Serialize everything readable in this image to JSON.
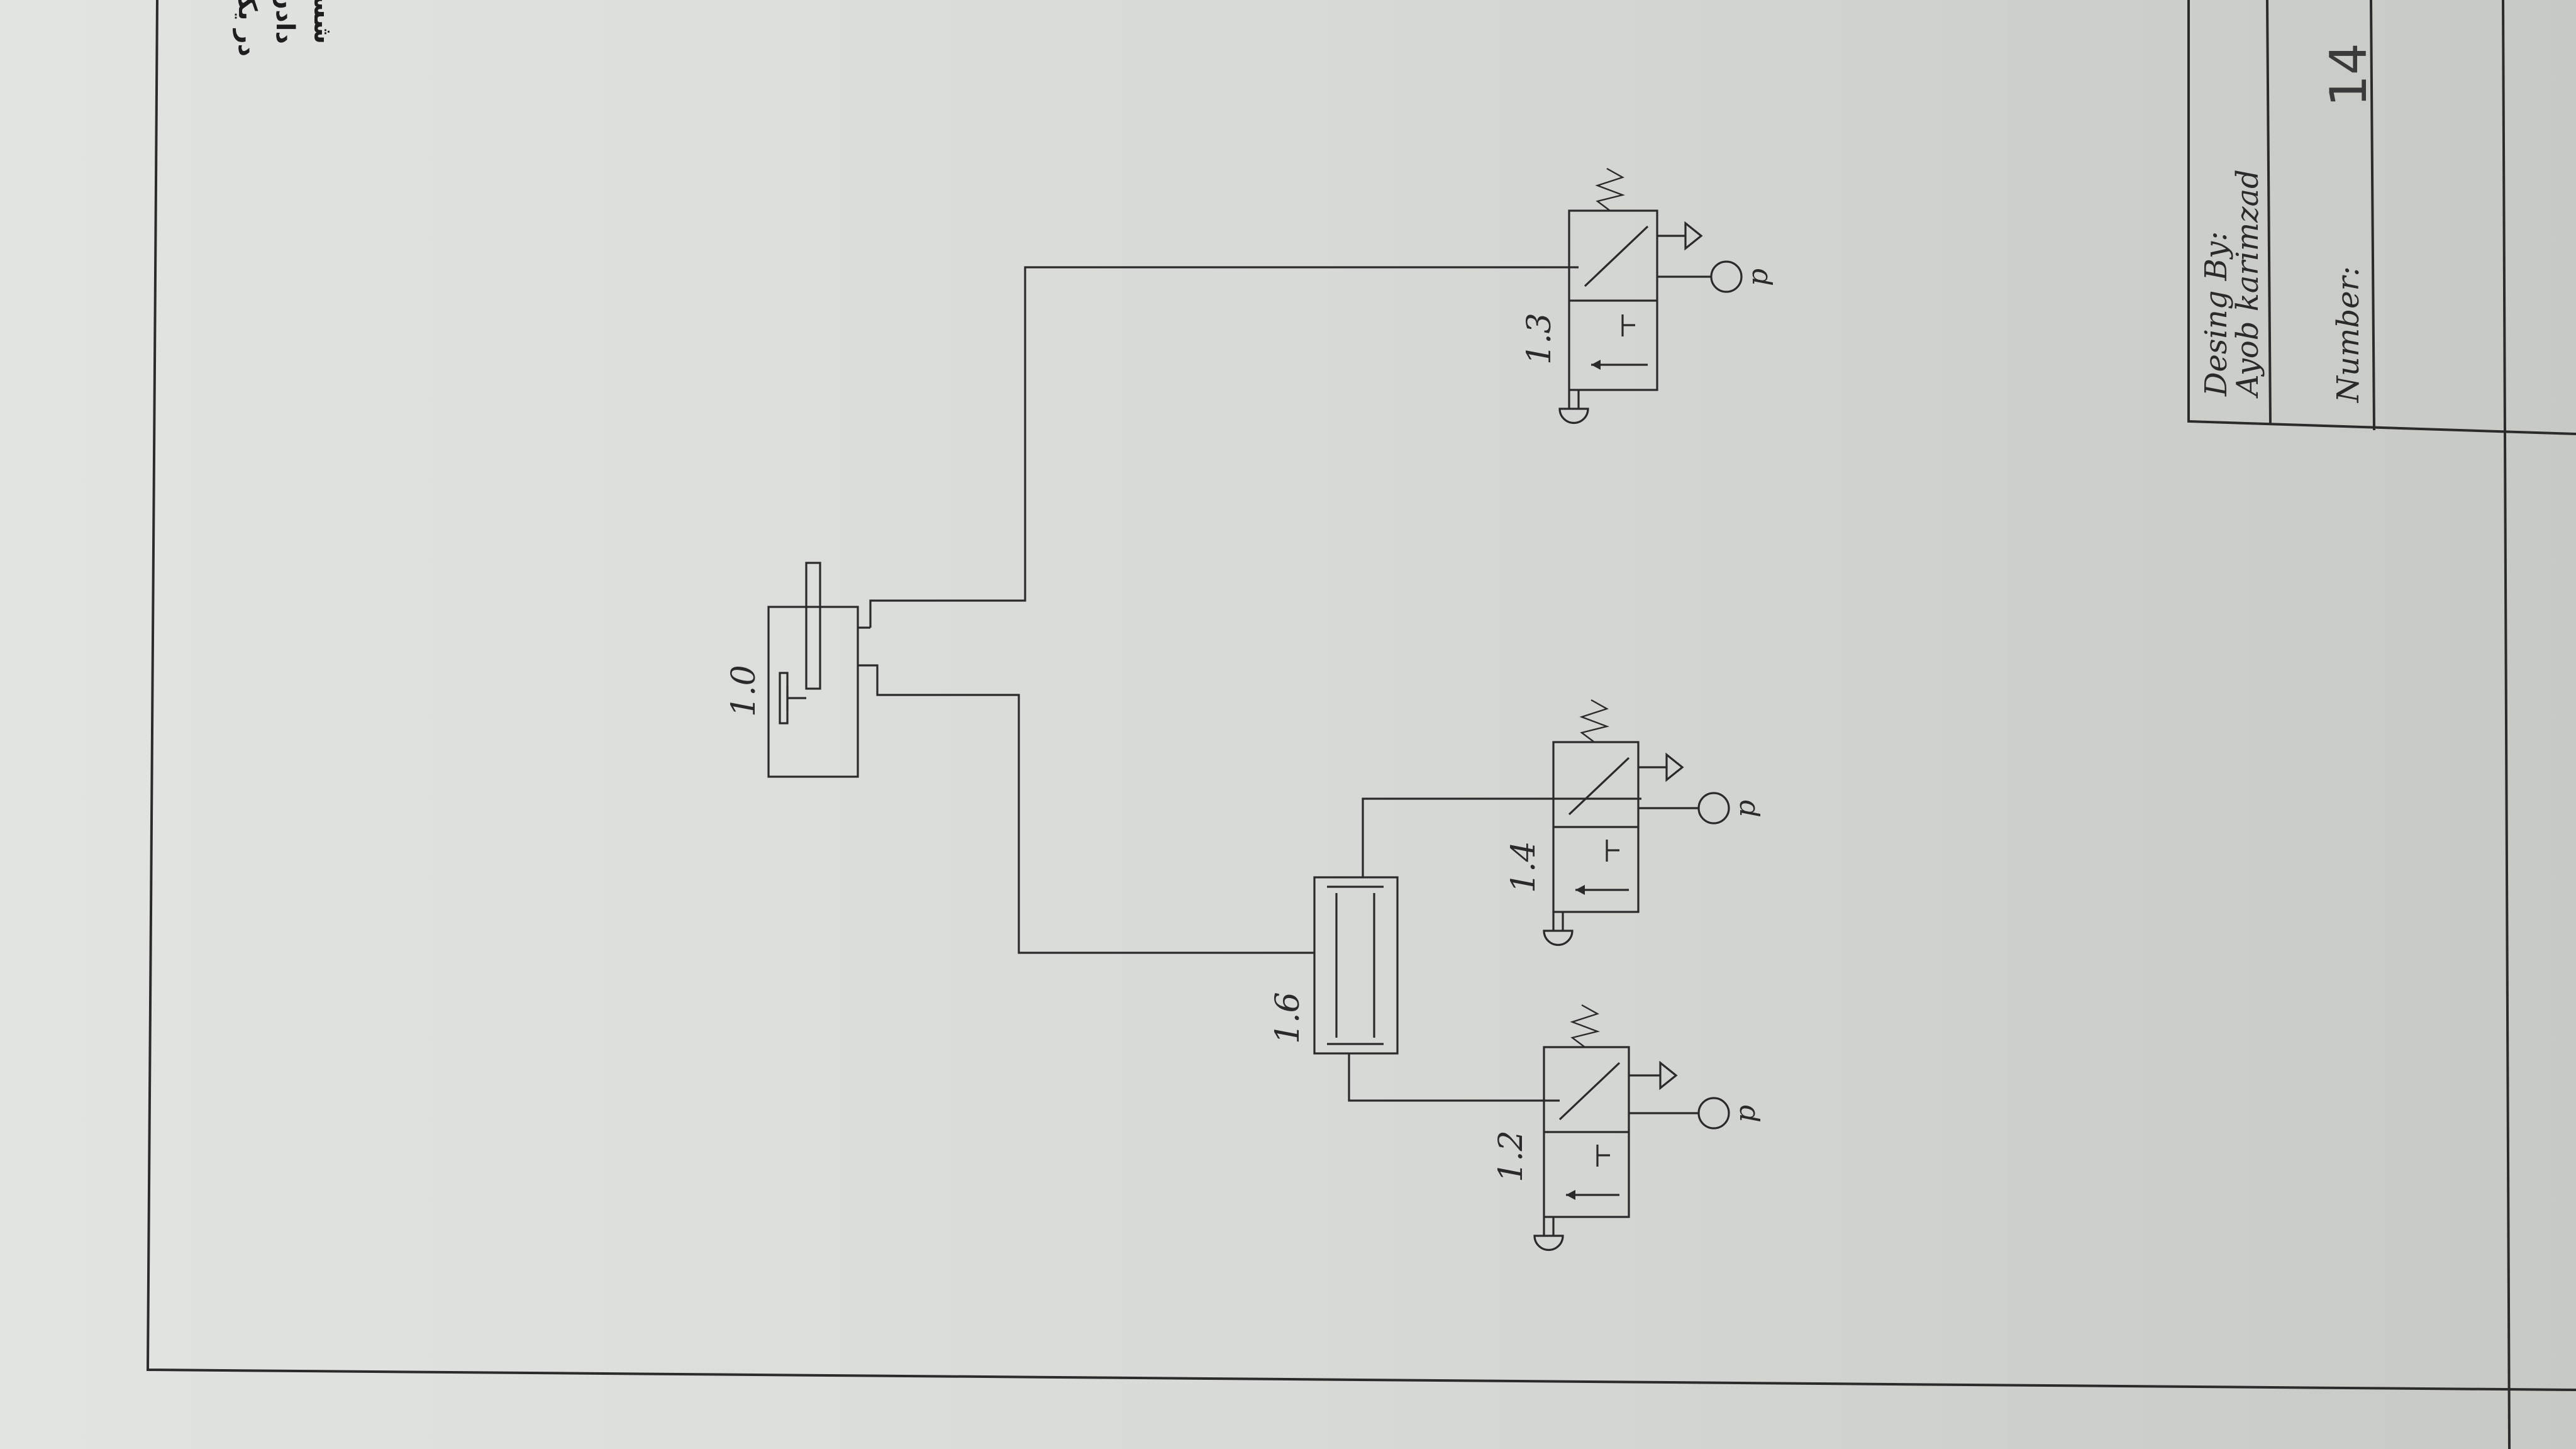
{
  "description_lines": [
    "در یک پرس خم کاری نیوماتیکی جهت رعایت نکات ایمنی میخواهیم با فشار",
    "دادن و نگه داشتن هم زمان دو شستی پرس عمل کرده و با فشار دادن و نگه داشتن",
    "شستی دیگری به حالت اولیه باز گردد، مدار مربوطه را طراحی نمایید."
  ],
  "components": {
    "cylinder": "1.0",
    "valve_a": "1.2",
    "valve_b": "1.4",
    "valve_c": "1.3",
    "and_valve": "1.6"
  },
  "pressure_label": "p",
  "title_block": {
    "design_label": "Desing By:",
    "designer": "Ayob karimzad",
    "number_label": "Number:",
    "number_value": "14"
  },
  "colors": {
    "paper": "#dedfdc",
    "ink": "#2a2a2a"
  }
}
